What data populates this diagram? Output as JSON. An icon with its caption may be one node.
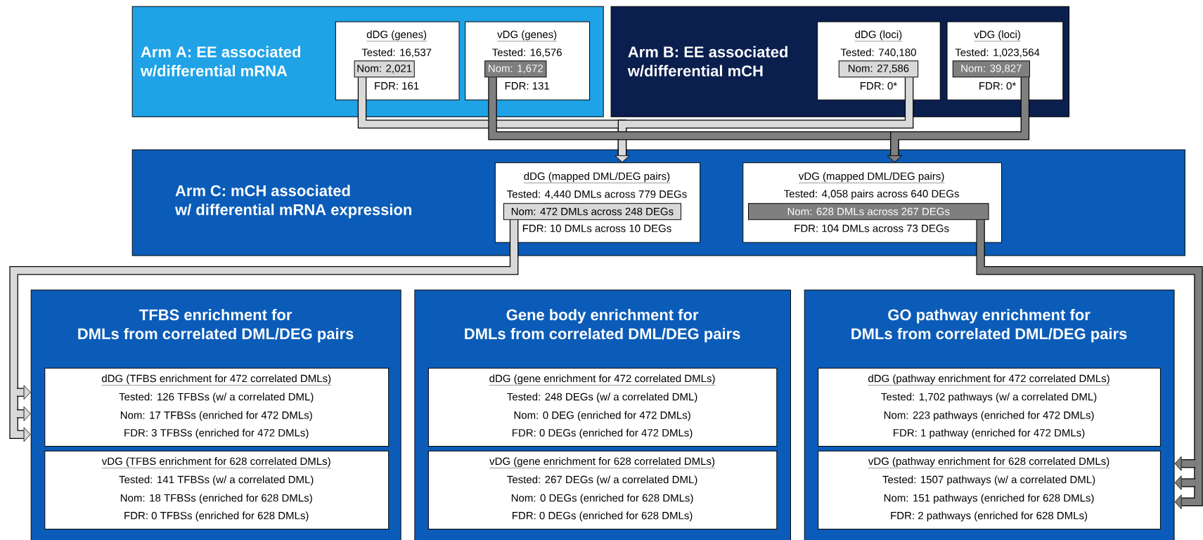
{
  "diagram": {
    "nodes": [
      {
        "text": [
          "Arm A: EE associated w/differential mRNA"
        ]
      },
      {
        "text": [
          "dDG (genes)",
          "Tested: 16,537",
          "FDR: 161"
        ],
        "in": 0
      },
      {
        "text": [
          "Nom: 2,021"
        ],
        "in": 1
      },
      {
        "text": [
          "vDG (genes)",
          "Tested: 16,576",
          "FDR: 131"
        ],
        "in": 0
      },
      {
        "text": [
          "Nom: 1,672"
        ],
        "in": 3
      },
      {
        "text": [
          "Arm B: EE associated w/differential mCH"
        ]
      },
      {
        "text": [
          "dDG (loci)",
          "Tested: 740,180",
          "FDR: 0*"
        ],
        "in": 5
      },
      {
        "text": [
          "Nom: 27,586"
        ],
        "in": 6
      },
      {
        "text": [
          "vDG (loci)",
          "Tested: 1,023,564",
          "FDR: 0*"
        ],
        "in": 5
      },
      {
        "text": [
          "Nom: 39,827"
        ],
        "in": 8
      },
      {
        "text": [
          "Arm C: mCH associated w/ differential mRNA expression"
        ]
      },
      {
        "text": [
          "dDG (mapped DML/DEG pairs)",
          "Tested: 4,440 DMLs across 779 DEGs",
          "FDR: 10 DMLs across 10 DEGs"
        ],
        "in": 10
      },
      {
        "text": [
          "Nom: 472 DMLs across 248 DEGs"
        ],
        "in": 11
      },
      {
        "text": [
          "vDG (mapped DML/DEG pairs)",
          "Tested: 4,058 pairs across 640 DEGs",
          "FDR: 104 DMLs across 73 DEGs"
        ],
        "in": 10
      },
      {
        "text": [
          "Nom: 628 DMLs across 267 DEGs"
        ],
        "in": 13
      },
      {
        "text": [
          "TFBS enrichment for DMLs from correlated DML/DEG pairs"
        ]
      },
      {
        "text": [
          "dDG (TFBS enrichment for 472 correlated DMLs)",
          "Tested: 126 TFBSs (w/ a correlated DML)",
          "Nom: 17 TFBSs (enriched for 472 DMLs)",
          "FDR: 3 TFBSs (enriched for 472 DMLs)"
        ],
        "in": 15
      },
      {
        "text": [
          "vDG (TFBS enrichment for 628 correlated DMLs)",
          "Tested: 141 TFBSs (w/ a correlated DML)",
          "Nom: 18 TFBSs (enriched for 628 DMLs)",
          "FDR: 0 TFBSs (enriched for 628 DMLs)"
        ],
        "in": 15
      },
      {
        "text": [
          "Gene body enrichment for DMLs from correlated DML/DEG pairs"
        ]
      },
      {
        "text": [
          "dDG (gene enrichment for 472 correlated DMLs)",
          "Tested: 248 DEGs (w/ a correlated DML)",
          "Nom: 0 DEG (enriched for 472 DMLs)",
          "FDR: 0 DEGs (enriched for 472 DMLs)"
        ],
        "in": 18
      },
      {
        "text": [
          "vDG (gene enrichment for 628 correlated DMLs)",
          "Tested: 267 DEGs (w/ a correlated DML)",
          "Nom: 0 DEGs (enriched for 628 DMLs)",
          "FDR: 0 DEGs (enriched for 628 DMLs)"
        ],
        "in": 18
      },
      {
        "text": [
          "GO pathway enrichment for DMLs from correlated DML/DEG pairs"
        ]
      },
      {
        "text": [
          "dDG (pathway enrichment for 472 correlated DMLs)",
          "Tested: 1,702 pathways (w/ a correlated DML)",
          "Nom: 223 pathways (enriched for 472 DMLs)",
          "FDR: 1 pathway (enriched for 472 DMLs)"
        ],
        "in": 21
      },
      {
        "text": [
          "vDG (pathway enrichment for 628 correlated DMLs)",
          "Tested: 1507 pathways (w/ a correlated DML)",
          "Nom: 151 pathways (enriched for 628 DMLs)",
          "FDR: 2 pathways (enriched for 628 DMLs)"
        ],
        "in": 21
      }
    ],
    "edges": [
      {
        "from": 2,
        "to": 11,
        "arrow": "to",
        "color": "#d9d9d9"
      },
      {
        "from": 7,
        "to": 11,
        "arrow": "to",
        "color": "#d9d9d9"
      },
      {
        "from": 4,
        "to": 13,
        "arrow": "to",
        "color": "#7f7f7f"
      },
      {
        "from": 9,
        "to": 13,
        "arrow": "to",
        "color": "#7f7f7f"
      },
      {
        "from": 12,
        "to": 15,
        "arrow": "to",
        "color": "#d9d9d9"
      },
      {
        "from": 14,
        "to": 21,
        "arrow": "to",
        "color": "#7f7f7f"
      }
    ]
  }
}
